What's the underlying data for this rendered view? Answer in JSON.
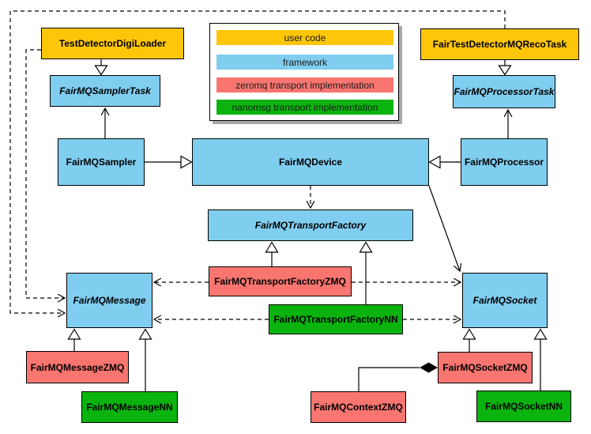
{
  "diagram": {
    "colors": {
      "user_code": "#FDC608",
      "framework": "#7FCDEF",
      "zeromq": "#F97570",
      "nanomsg": "#0BB30E"
    },
    "legend": {
      "items": [
        {
          "label": "user code",
          "type": "user_code"
        },
        {
          "label": "framework",
          "type": "framework"
        },
        {
          "label": "zeromq transport implementation",
          "type": "zeromq"
        },
        {
          "label": "nanomsg transport implementation",
          "type": "nanomsg"
        }
      ]
    },
    "nodes": {
      "digiloader": {
        "label": "TestDetectorDigiLoader",
        "type": "user_code",
        "abstract": false
      },
      "recotask": {
        "label": "FairTestDetectorMQRecoTask",
        "type": "user_code",
        "abstract": false
      },
      "samplertask": {
        "label": "FairMQSamplerTask",
        "type": "framework",
        "abstract": true
      },
      "processortask": {
        "label": "FairMQProcessorTask",
        "type": "framework",
        "abstract": true
      },
      "sampler": {
        "label": "FairMQSampler",
        "type": "framework",
        "abstract": false
      },
      "device": {
        "label": "FairMQDevice",
        "type": "framework",
        "abstract": false
      },
      "processor": {
        "label": "FairMQProcessor",
        "type": "framework",
        "abstract": false
      },
      "transportfactory": {
        "label": "FairMQTransportFactory",
        "type": "framework",
        "abstract": true
      },
      "message": {
        "label": "FairMQMessage",
        "type": "framework",
        "abstract": true
      },
      "socket": {
        "label": "FairMQSocket",
        "type": "framework",
        "abstract": true
      },
      "tfzmq": {
        "label": "FairMQTransportFactoryZMQ",
        "type": "zeromq",
        "abstract": false
      },
      "tfnn": {
        "label": "FairMQTransportFactoryNN",
        "type": "nanomsg",
        "abstract": false
      },
      "msgzmq": {
        "label": "FairMQMessageZMQ",
        "type": "zeromq",
        "abstract": false
      },
      "msgnn": {
        "label": "FairMQMessageNN",
        "type": "nanomsg",
        "abstract": false
      },
      "ctxzmq": {
        "label": "FairMQContextZMQ",
        "type": "zeromq",
        "abstract": false
      },
      "sockzmq": {
        "label": "FairMQSocketZMQ",
        "type": "zeromq",
        "abstract": false
      },
      "socknn": {
        "label": "FairMQSocketNN",
        "type": "nanomsg",
        "abstract": false
      }
    }
  }
}
